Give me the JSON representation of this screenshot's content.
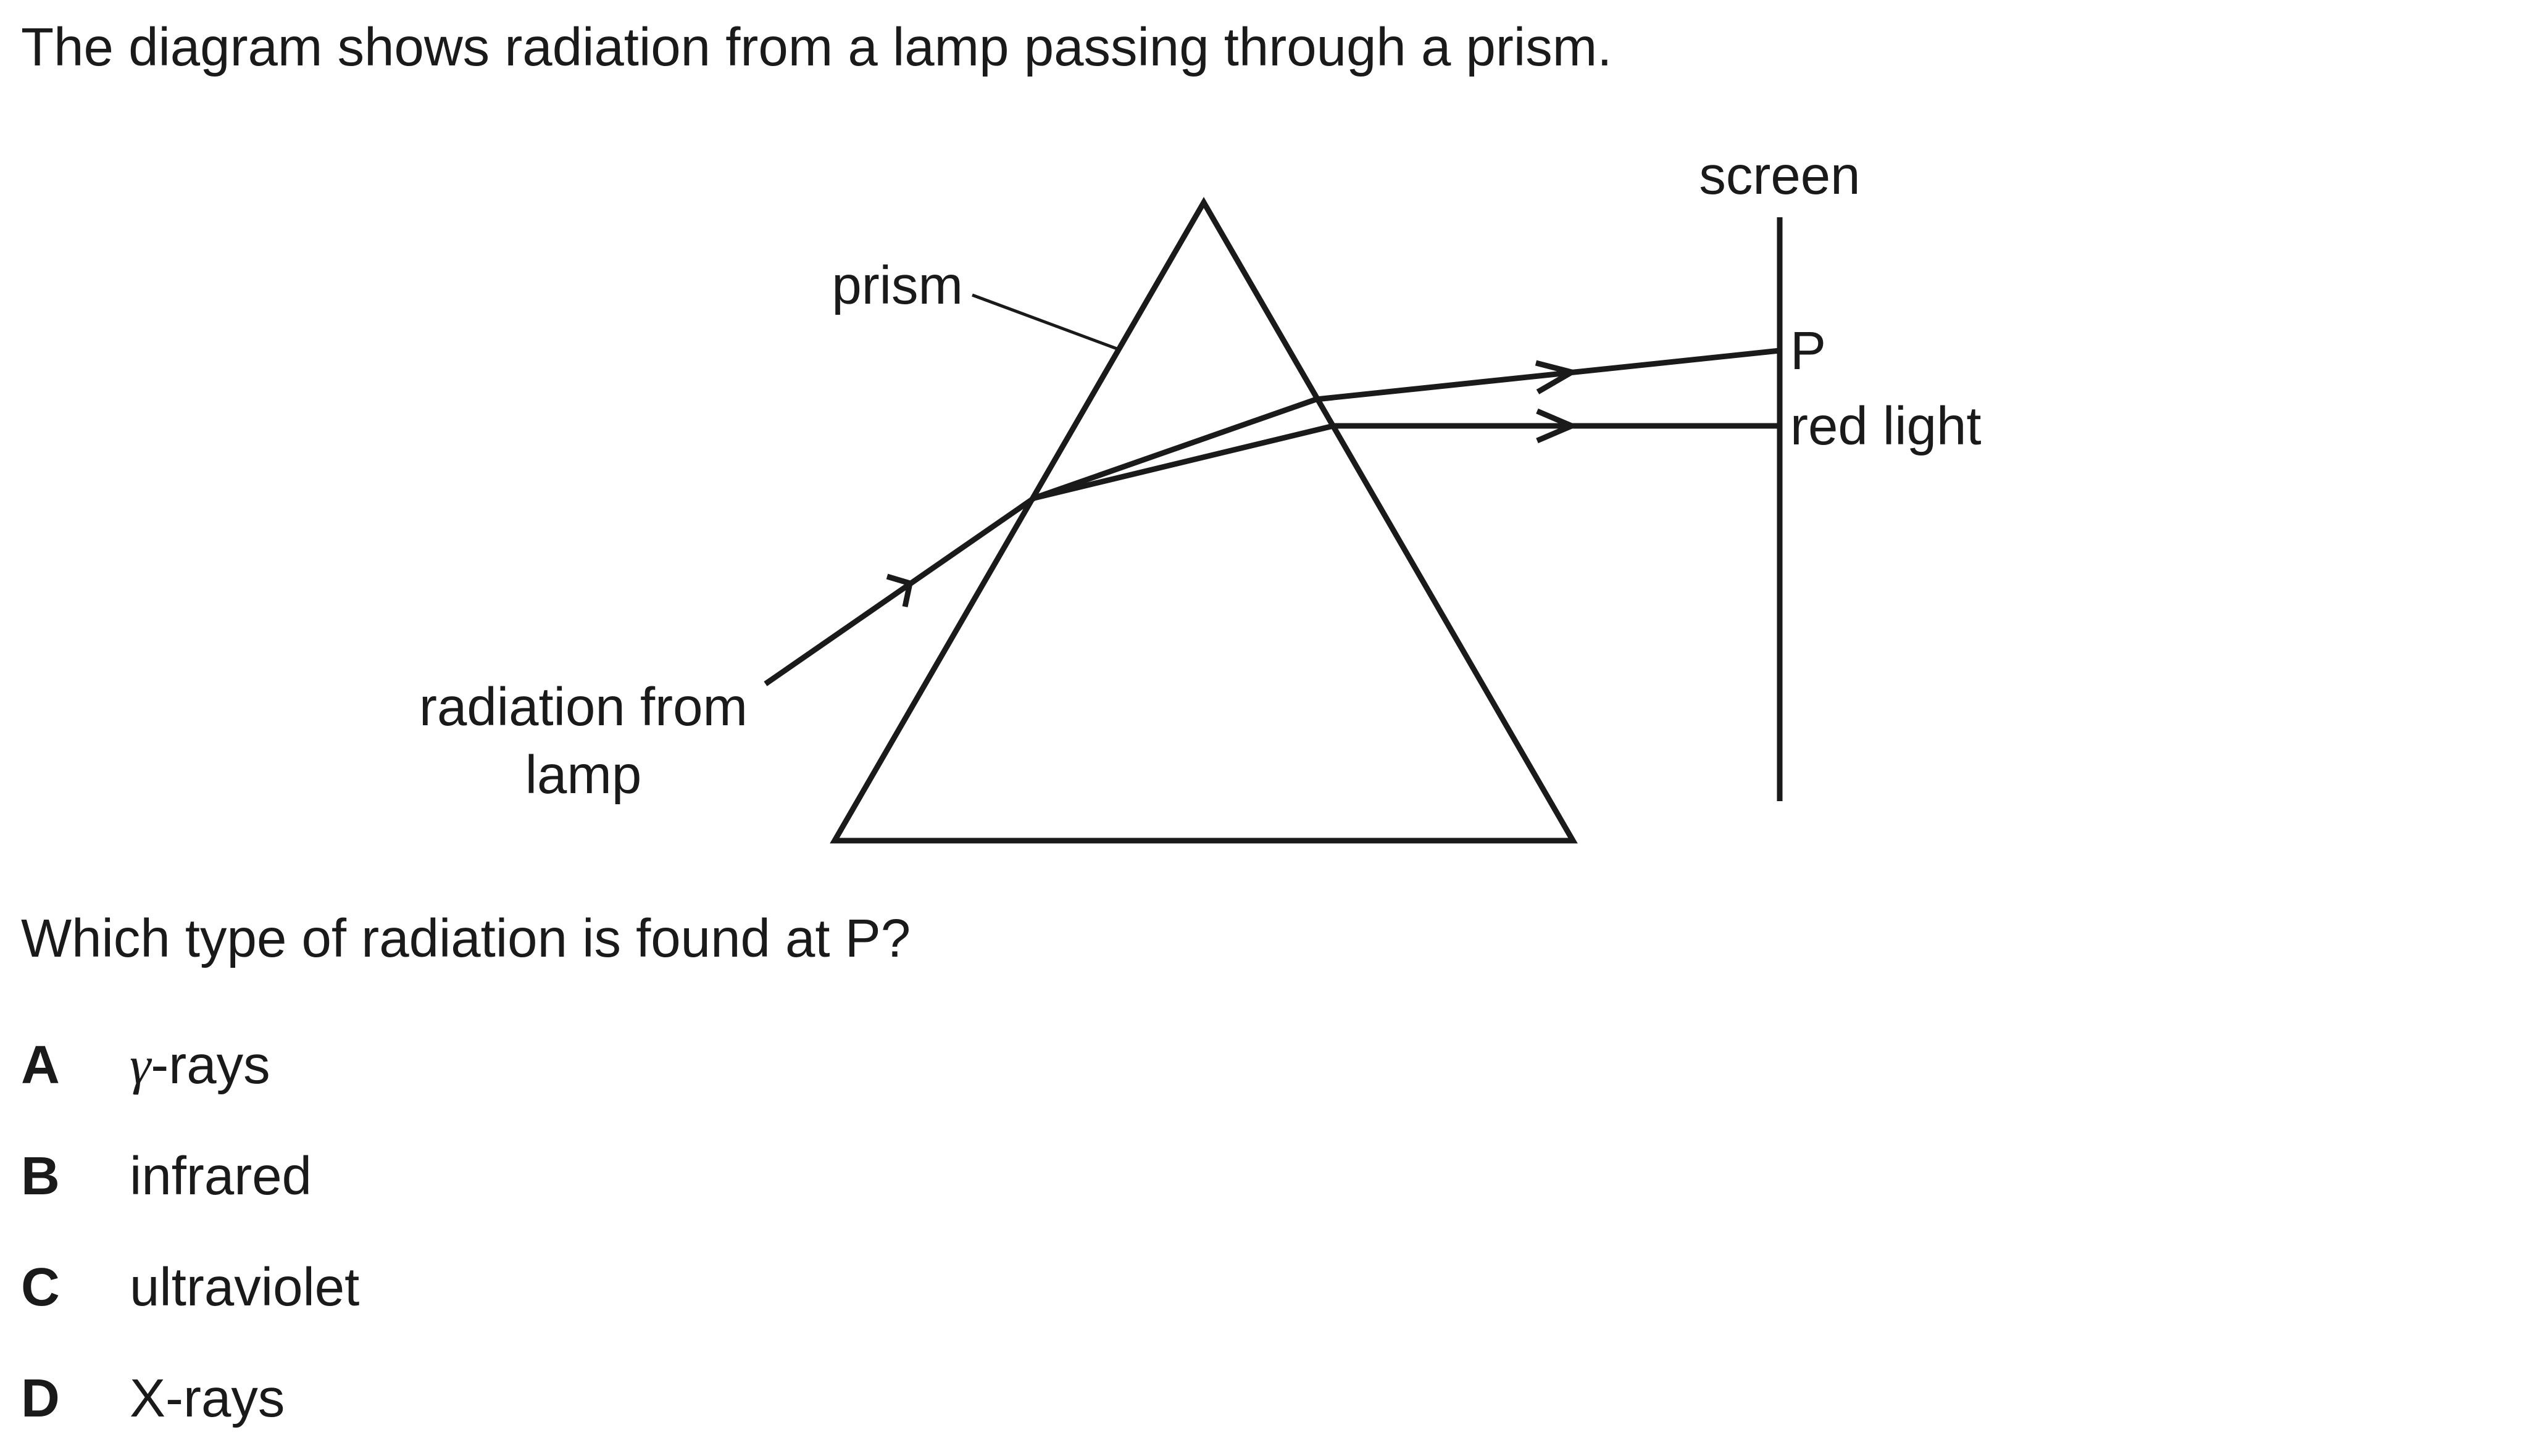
{
  "question": {
    "stem": "The diagram shows radiation from a lamp passing through a prism.",
    "ask": "Which type of radiation is found at P?"
  },
  "diagram": {
    "labels": {
      "screen": "screen",
      "prism": "prism",
      "point": "P",
      "red_light": "red light",
      "radiation_line1": "radiation from",
      "radiation_line2": "lamp"
    }
  },
  "options": [
    {
      "letter": "A",
      "text": "-rays",
      "symbol": "γ"
    },
    {
      "letter": "B",
      "text": "infrared"
    },
    {
      "letter": "C",
      "text": "ultraviolet"
    },
    {
      "letter": "D",
      "text": "X-rays"
    }
  ]
}
